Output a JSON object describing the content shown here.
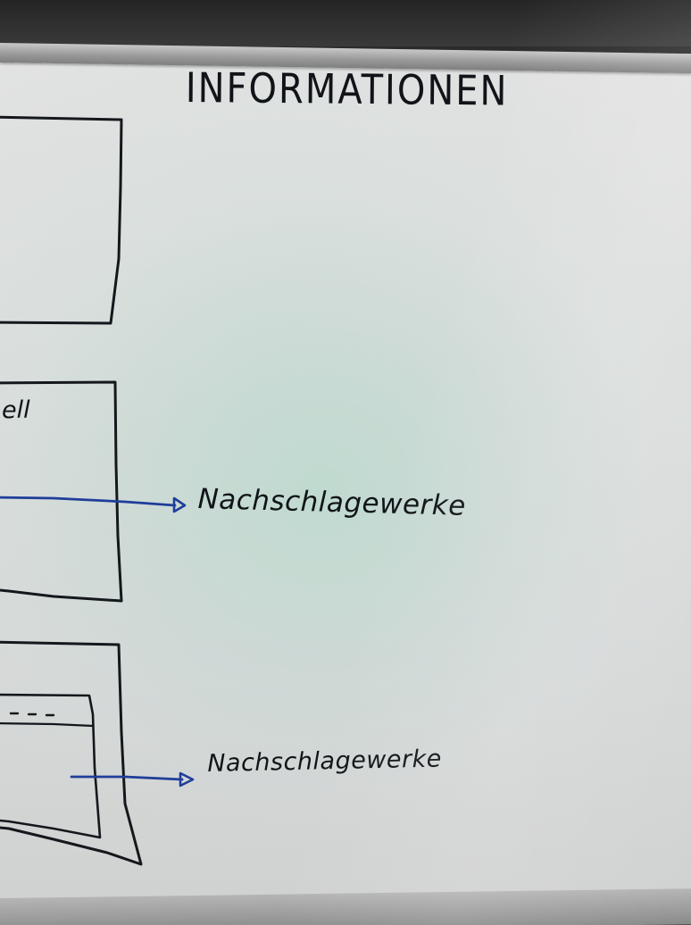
{
  "board": {
    "heading": "INFORMATIONEN",
    "partial_label": "ell",
    "annotations": [
      {
        "label": "Nachschlagewerke"
      },
      {
        "label": "Nachschlagewerke"
      }
    ],
    "dots": "- - -"
  },
  "colors": {
    "ink_black": "#101418",
    "ink_blue": "#1f3d9a",
    "board_white": "#dfe1e0",
    "frame_aluminium": "#a5a5a5"
  }
}
